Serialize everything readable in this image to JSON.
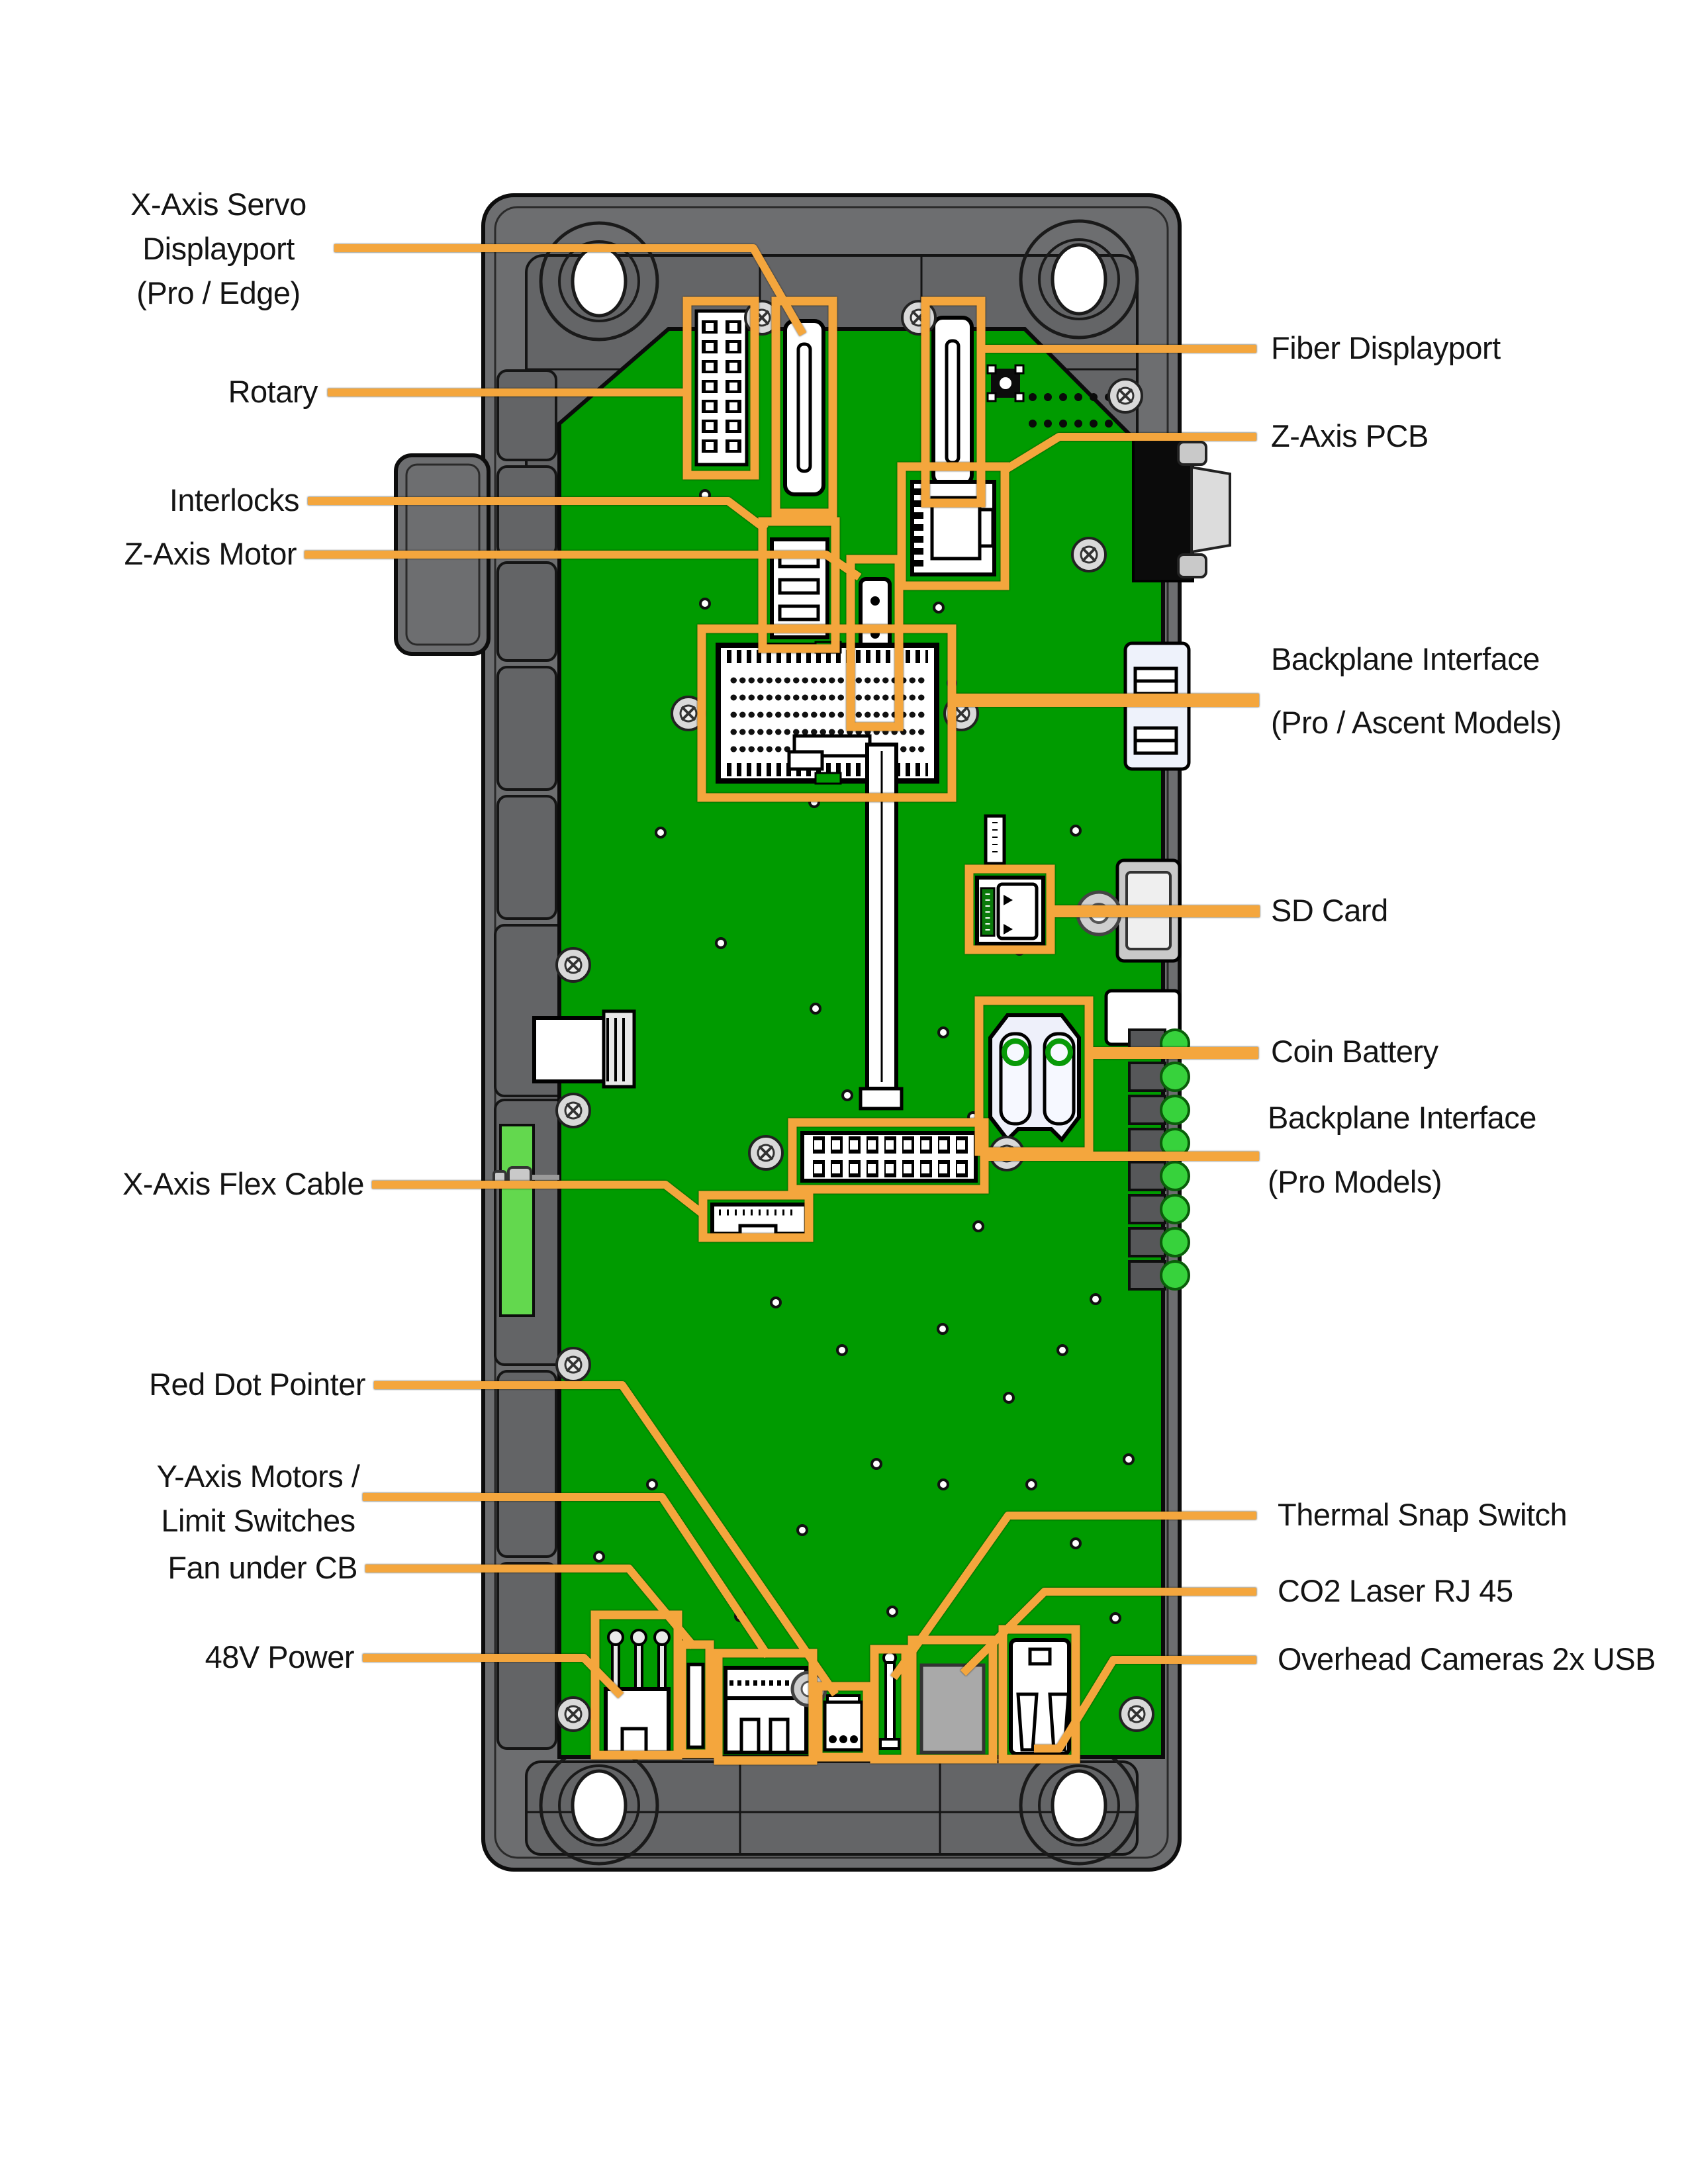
{
  "colors": {
    "pcb_green": "#009B00",
    "accent_orange": "#F4A63D",
    "chassis_gray": "#6D6E70",
    "chassis_dark": "#5E5F61",
    "led_green": "#37D23C",
    "flex_panel_green": "#63D84E",
    "connector_white": "#FFFFFF",
    "rj45_gray": "#A9A9A9"
  },
  "labels": {
    "left": [
      {
        "id": "x-axis-servo-displayport",
        "lines": [
          "X-Axis Servo",
          "Displayport",
          "(Pro / Edge)"
        ]
      },
      {
        "id": "rotary",
        "lines": [
          "Rotary"
        ]
      },
      {
        "id": "interlocks",
        "lines": [
          "Interlocks"
        ]
      },
      {
        "id": "z-axis-motor",
        "lines": [
          "Z-Axis Motor"
        ]
      },
      {
        "id": "x-axis-flex-cable",
        "lines": [
          "X-Axis Flex Cable"
        ]
      },
      {
        "id": "red-dot-pointer",
        "lines": [
          "Red Dot Pointer"
        ]
      },
      {
        "id": "y-axis-motors-limit-switches",
        "lines": [
          "Y-Axis Motors /",
          "Limit Switches"
        ]
      },
      {
        "id": "fan-under-cb",
        "lines": [
          "Fan under CB"
        ]
      },
      {
        "id": "48v-power",
        "lines": [
          "48V Power"
        ]
      }
    ],
    "right": [
      {
        "id": "fiber-displayport",
        "lines": [
          "Fiber Displayport"
        ]
      },
      {
        "id": "z-axis-pcb",
        "lines": [
          "Z-Axis PCB"
        ]
      },
      {
        "id": "backplane-interface-pro-ascent",
        "lines": [
          "Backplane Interface",
          "(Pro / Ascent Models)"
        ]
      },
      {
        "id": "sd-card",
        "lines": [
          "SD Card"
        ]
      },
      {
        "id": "coin-battery",
        "lines": [
          "Coin Battery"
        ]
      },
      {
        "id": "backplane-interface-pro-models",
        "lines": [
          "Backplane Interface",
          "(Pro Models)"
        ]
      },
      {
        "id": "thermal-snap-switch",
        "lines": [
          "Thermal Snap Switch"
        ]
      },
      {
        "id": "co2-laser-rj45",
        "lines": [
          "CO2 Laser RJ 45"
        ]
      },
      {
        "id": "overhead-cameras-2x-usb",
        "lines": [
          "Overhead Cameras 2x USB"
        ]
      }
    ]
  }
}
